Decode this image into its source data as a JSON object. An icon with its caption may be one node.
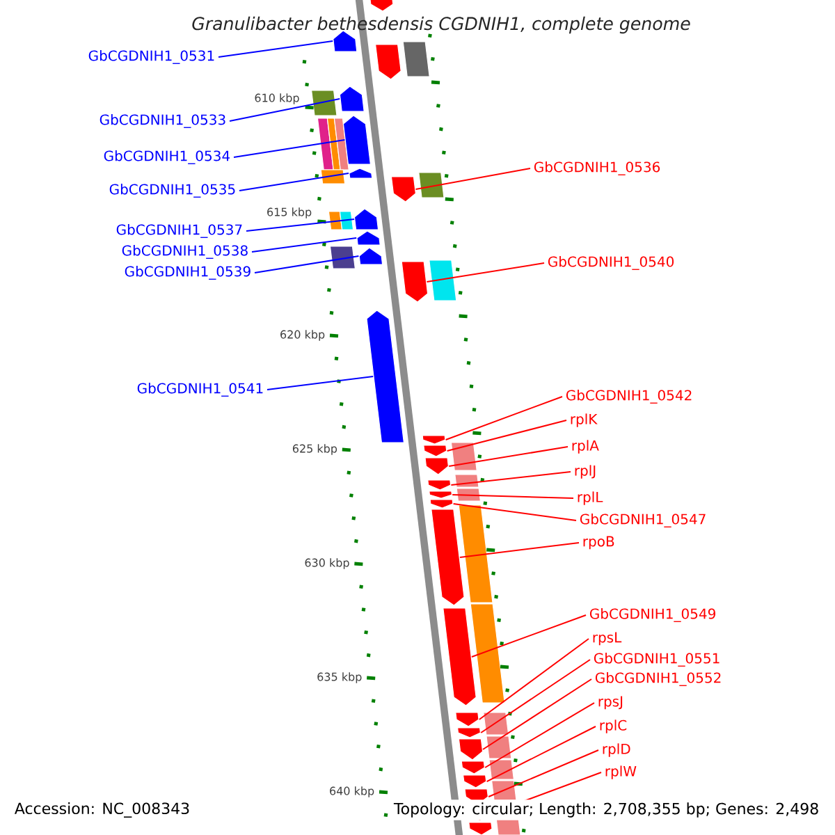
{
  "diagram": {
    "title": "Granulibacter bethesdensis CGDNIH1, complete genome",
    "nodes": [
      {
        "text": [
          "GbCGDNIH1_0531"
        ]
      },
      {
        "text": [
          "GbCGDNIH1_0533"
        ]
      },
      {
        "text": [
          "GbCGDNIH1_0534"
        ]
      },
      {
        "text": [
          "GbCGDNIH1_0536"
        ]
      },
      {
        "text": [
          "GbCGDNIH1_0535"
        ]
      },
      {
        "text": [
          "GbCGDNIH1_0537"
        ]
      },
      {
        "text": [
          "GbCGDNIH1_0538"
        ]
      },
      {
        "text": [
          "GbCGDNIH1_0540"
        ]
      },
      {
        "text": [
          "GbCGDNIH1_0539"
        ]
      },
      {
        "text": [
          "GbCGDNIH1_0541"
        ]
      },
      {
        "text": [
          "GbCGDNIH1_0542"
        ]
      },
      {
        "text": [
          "rplK"
        ]
      },
      {
        "text": [
          "rplA"
        ]
      },
      {
        "text": [
          "rplJ"
        ]
      },
      {
        "text": [
          "rplL"
        ]
      },
      {
        "text": [
          "GbCGDNIH1_0547"
        ]
      },
      {
        "text": [
          "rpoB"
        ]
      },
      {
        "text": [
          "GbCGDNIH1_0549"
        ]
      },
      {
        "text": [
          "rpsL"
        ]
      },
      {
        "text": [
          "GbCGDNIH1_0551"
        ]
      },
      {
        "text": [
          "GbCGDNIH1_0552"
        ]
      },
      {
        "text": [
          "rpsJ"
        ]
      },
      {
        "text": [
          "rplC"
        ]
      },
      {
        "text": [
          "rplD"
        ]
      },
      {
        "text": [
          "rplW"
        ]
      },
      {
        "text": [],
        "shape": "pentagon"
      },
      {
        "text": [],
        "shape": "pentagon"
      },
      {
        "text": [],
        "shape": "pentagon"
      },
      {
        "text": [],
        "shape": "pentagon"
      },
      {
        "text": [],
        "shape": "pentagon"
      },
      {
        "text": [],
        "shape": "pentagon"
      },
      {
        "text": [],
        "shape": "pentagon"
      },
      {
        "text": [],
        "shape": "pentagon"
      },
      {
        "text": [],
        "shape": "pentagon"
      },
      {
        "text": [],
        "shape": "pentagon"
      },
      {
        "text": [],
        "shape": "pentagon"
      },
      {
        "text": [],
        "shape": "pentagon"
      },
      {
        "text": [],
        "shape": "pentagon"
      },
      {
        "text": [],
        "shape": "pentagon"
      },
      {
        "text": [],
        "shape": "pentagon"
      },
      {
        "text": [],
        "shape": "pentagon"
      },
      {
        "text": [],
        "shape": "pentagon"
      },
      {
        "text": [],
        "shape": "pentagon"
      },
      {
        "text": [],
        "shape": "pentagon"
      },
      {
        "text": [],
        "shape": "pentagon"
      },
      {
        "text": [],
        "shape": "pentagon"
      },
      {
        "text": [],
        "shape": "pentagon"
      },
      {
        "text": [],
        "shape": "pentagon"
      },
      {
        "text": [],
        "shape": "pentagon"
      },
      {
        "text": [],
        "shape": "pentagon"
      },
      {
        "text": [],
        "shape": "pentagon"
      }
    ],
    "edges": [
      {
        "from": 0,
        "to": 25,
        "arrow": "none",
        "color": "#0000ff"
      },
      {
        "from": 1,
        "to": 26,
        "arrow": "none",
        "color": "#0000ff"
      },
      {
        "from": 2,
        "to": 27,
        "arrow": "none",
        "color": "#0000ff"
      },
      {
        "from": 3,
        "to": 29,
        "arrow": "none"
      },
      {
        "from": 4,
        "to": 28,
        "arrow": "none",
        "color": "#0000ff"
      },
      {
        "from": 5,
        "to": 30,
        "arrow": "none",
        "color": "#0000ff"
      },
      {
        "from": 6,
        "to": 31,
        "arrow": "none",
        "color": "#0000ff"
      },
      {
        "from": 7,
        "to": 33,
        "arrow": "none"
      },
      {
        "from": 8,
        "to": 32,
        "arrow": "none",
        "color": "#0000ff"
      },
      {
        "from": 9,
        "to": 34,
        "arrow": "none",
        "color": "#0000ff"
      },
      {
        "from": 10,
        "to": 35,
        "arrow": "none"
      },
      {
        "from": 11,
        "to": 36,
        "arrow": "none"
      },
      {
        "from": 12,
        "to": 37,
        "arrow": "none"
      },
      {
        "from": 13,
        "to": 38,
        "arrow": "none"
      },
      {
        "from": 14,
        "to": 39,
        "arrow": "none"
      },
      {
        "from": 15,
        "to": 40,
        "arrow": "none"
      },
      {
        "from": 16,
        "to": 41,
        "arrow": "none"
      },
      {
        "from": 17,
        "to": 42,
        "arrow": "none"
      },
      {
        "from": 18,
        "to": 43,
        "arrow": "none"
      },
      {
        "from": 19,
        "to": 44,
        "arrow": "none"
      },
      {
        "from": 20,
        "to": 45,
        "arrow": "none"
      },
      {
        "from": 21,
        "to": 46,
        "arrow": "none"
      },
      {
        "from": 22,
        "to": 47,
        "arrow": "none"
      },
      {
        "from": 23,
        "to": 48,
        "arrow": "none"
      },
      {
        "from": 24,
        "to": 49,
        "arrow": "none"
      }
    ],
    "labels": [
      "610 kbp",
      "615 kbp",
      "620 kbp",
      "625 kbp",
      "630 kbp",
      "635 kbp",
      "640 kbp",
      "Accession: NC_008343",
      "Topology: circular; Length: 2,708,355 bp; Genes: 2,498"
    ]
  }
}
